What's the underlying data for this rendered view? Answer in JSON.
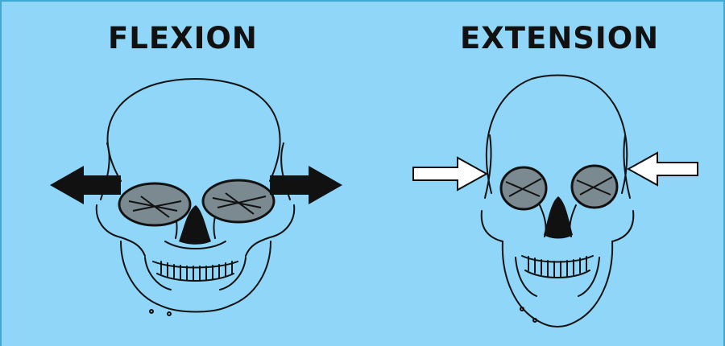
{
  "colors": {
    "background": "#8fd6f8",
    "border": "#3fa9d6",
    "ink": "#111111",
    "arrow_outline_fill": "#ffffff"
  },
  "panels": [
    {
      "title": "FLEXION",
      "arrow_style": "solid-outward"
    },
    {
      "title": "EXTENSION",
      "arrow_style": "outline-inward"
    }
  ]
}
